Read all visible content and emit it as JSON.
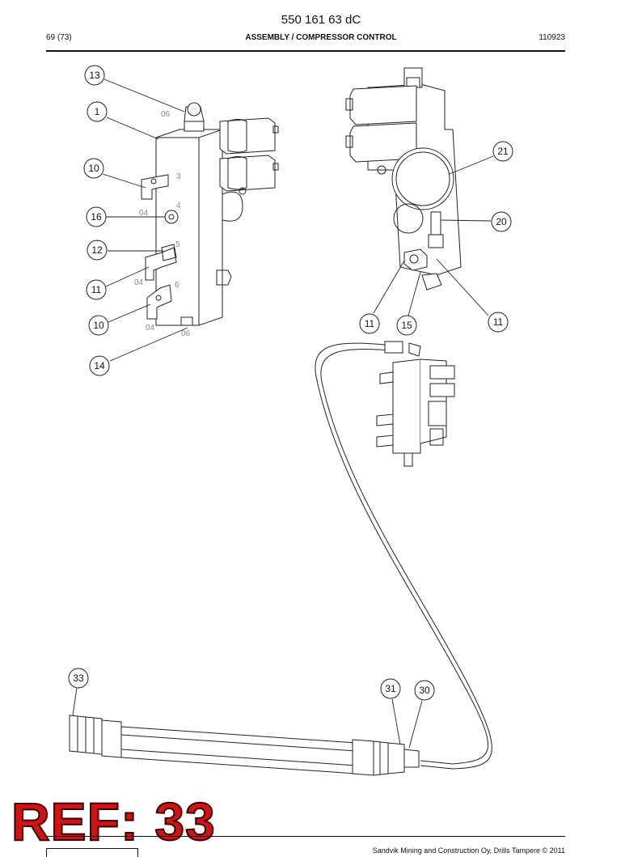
{
  "header": {
    "document_number": "550 161 63 dC",
    "page": "69 (73)",
    "title": "ASSEMBLY / COMPRESSOR CONTROL",
    "date_code": "110923"
  },
  "callouts": {
    "c13": "13",
    "c1": "1",
    "c10a": "10",
    "c16": "16",
    "c12": "12",
    "c11a": "11",
    "c10b": "10",
    "c14": "14",
    "c21": "21",
    "c20": "20",
    "c11b": "11",
    "c15": "15",
    "c11c": "11",
    "c33": "33",
    "c31": "31",
    "c30": "30"
  },
  "port_labels": {
    "p06a": "06",
    "p3": "3",
    "p04a": "04",
    "p4": "4",
    "p5": "5",
    "p04b": "04",
    "p6": "6",
    "p04c": "04",
    "p06b": "06"
  },
  "ref_label": "REF: 33",
  "footer": {
    "copyright": "Sandvik Mining and Construction Oy, Drills Tampere © 2011"
  }
}
